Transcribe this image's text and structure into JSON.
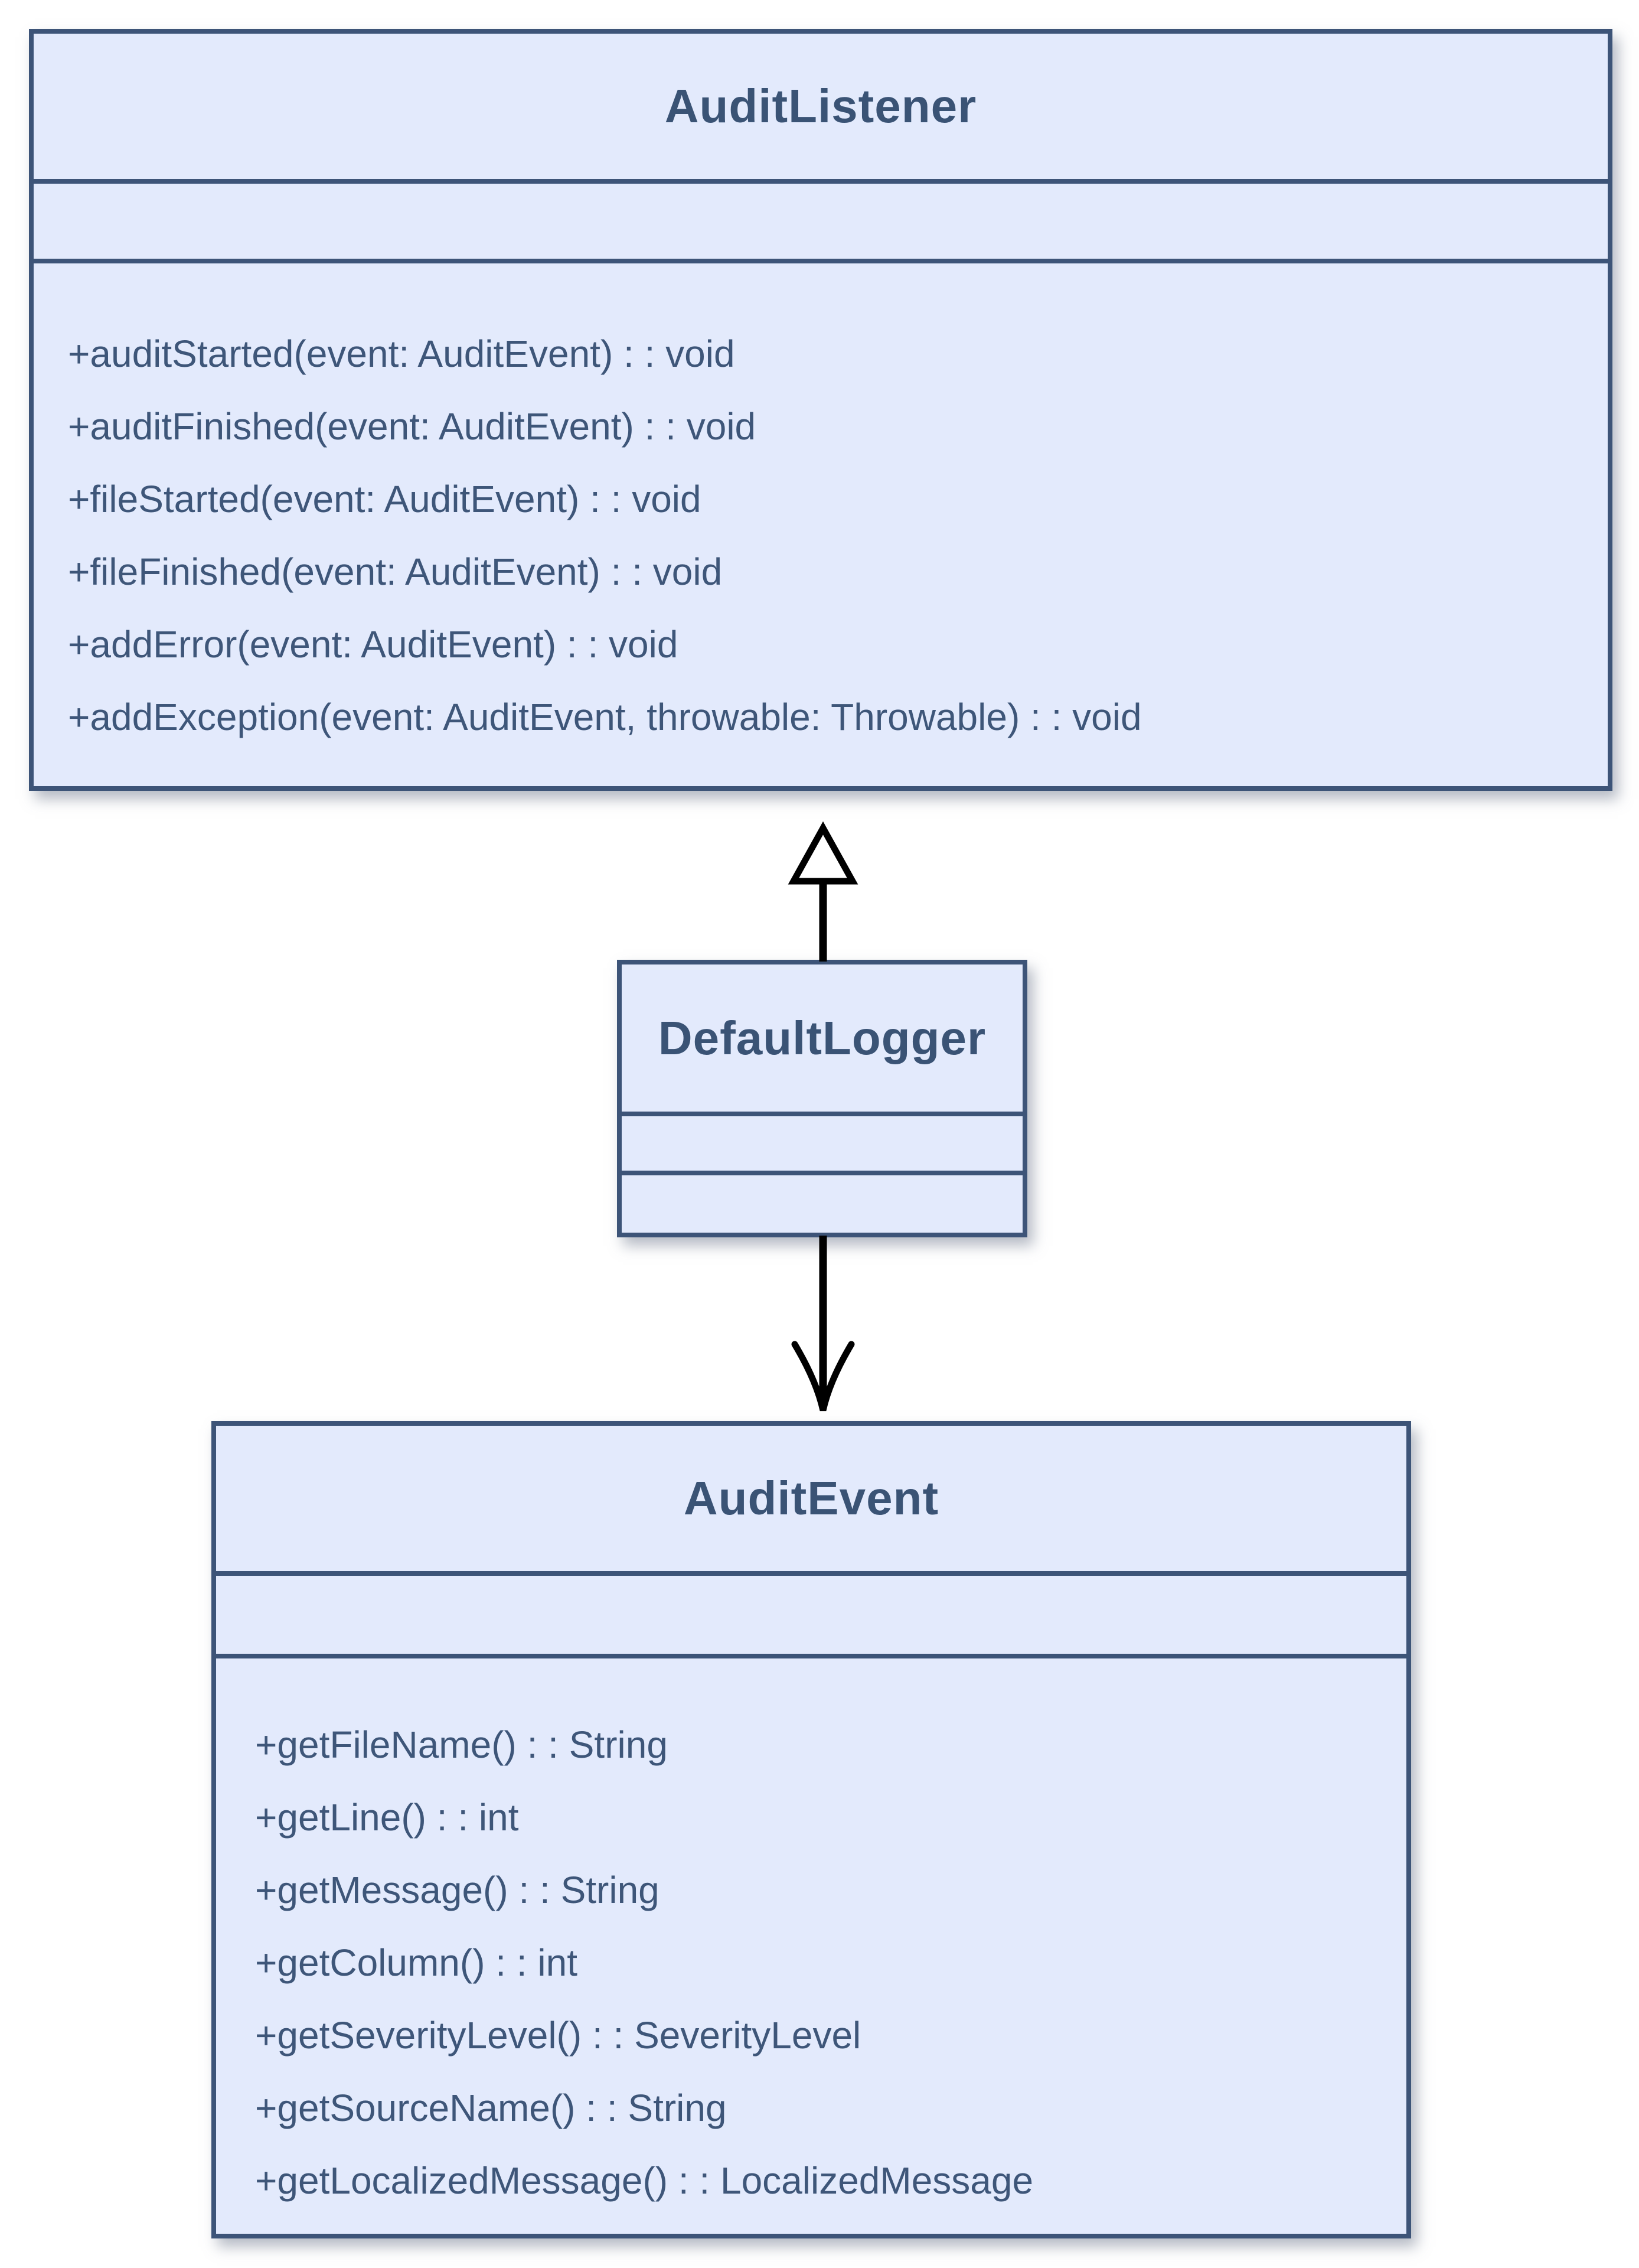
{
  "diagram": {
    "type": "uml-class-diagram",
    "classes": [
      {
        "name": "AuditListener",
        "attributes": [],
        "methods": [
          "+auditStarted(event: AuditEvent) : : void",
          "+auditFinished(event: AuditEvent) : : void",
          "+fileStarted(event: AuditEvent) : : void",
          "+fileFinished(event: AuditEvent) : : void",
          "+addError(event: AuditEvent) : : void",
          "+addException(event: AuditEvent, throwable: Throwable) : : void"
        ]
      },
      {
        "name": "DefaultLogger",
        "attributes": [],
        "methods": []
      },
      {
        "name": "AuditEvent",
        "attributes": [],
        "methods": [
          "+getFileName() : : String",
          "+getLine() : : int",
          "+getMessage() : : String",
          "+getColumn() : : int",
          "+getSeverityLevel() : : SeverityLevel",
          "+getSourceName() : : String",
          "+getLocalizedMessage() : : LocalizedMessage"
        ]
      }
    ],
    "relations": [
      {
        "from": "DefaultLogger",
        "to": "AuditListener",
        "type": "generalization",
        "arrowhead": "hollow-triangle"
      },
      {
        "from": "DefaultLogger",
        "to": "AuditEvent",
        "type": "directed-association",
        "arrowhead": "open-v"
      }
    ],
    "colors": {
      "background": "#ffffff",
      "box_fill": "#e3eafc",
      "box_border": "#3d5478",
      "title_text": "#3a5375",
      "method_text": "#3e5679",
      "arrow": "#000000"
    }
  }
}
